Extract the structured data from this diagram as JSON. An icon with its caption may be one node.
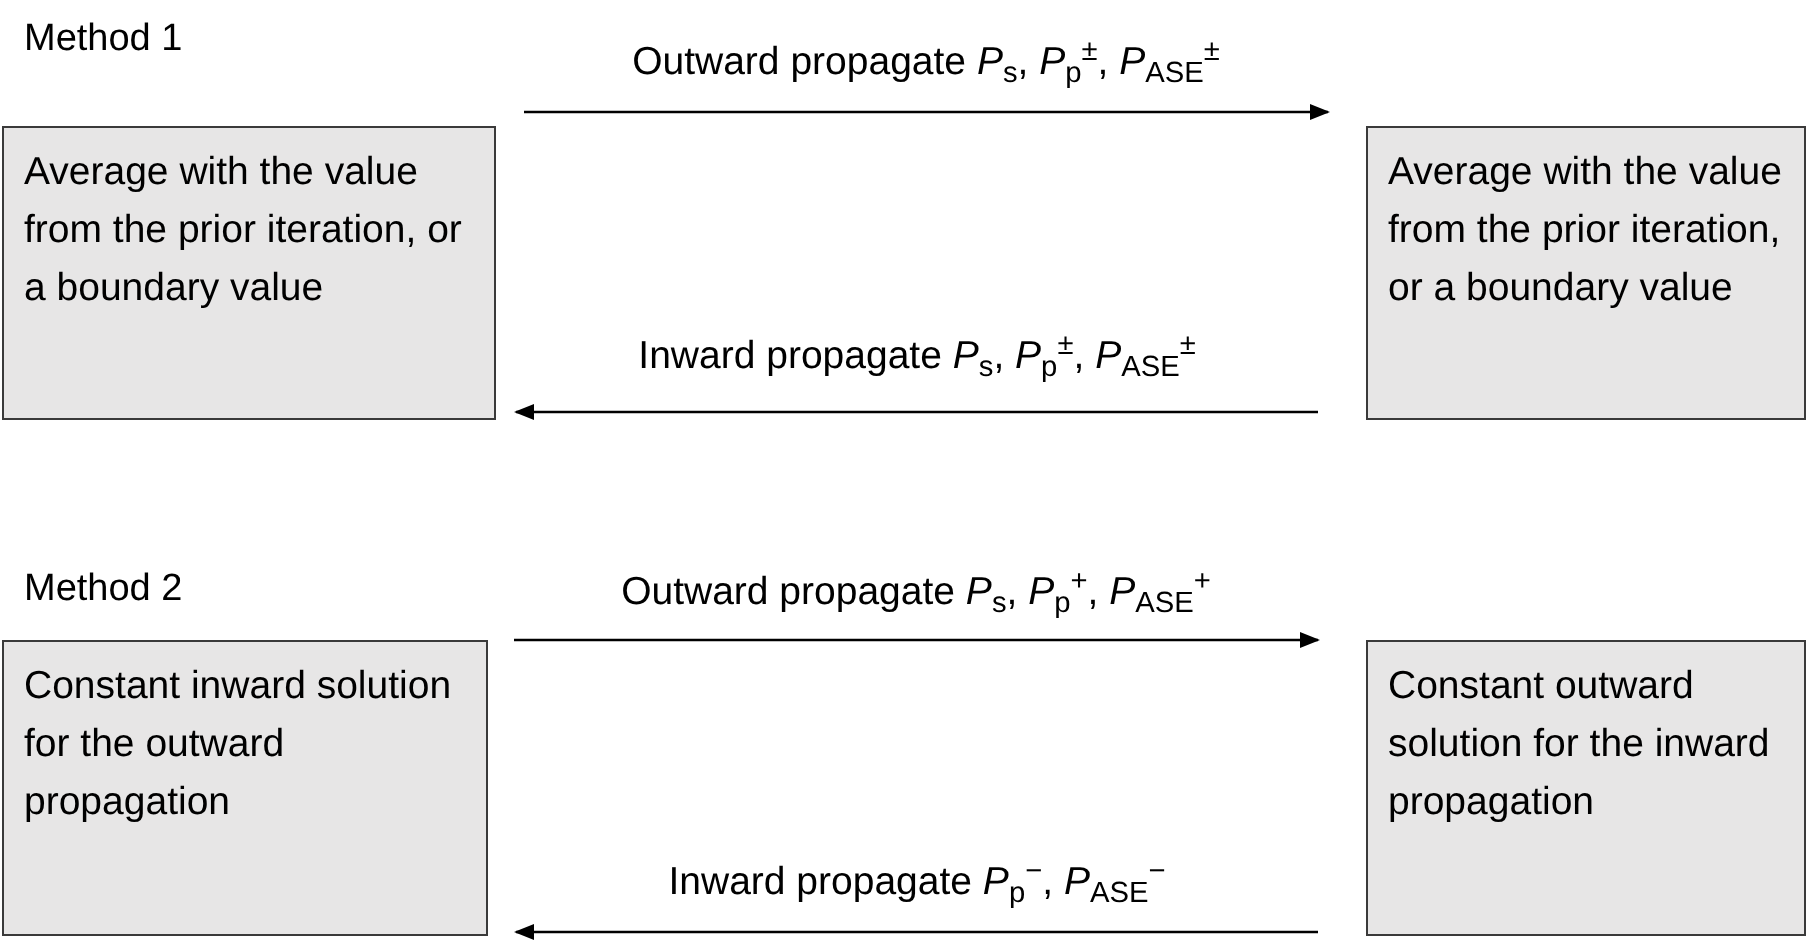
{
  "diagram": {
    "nodes": [
      {
        "text": [
          "Average with the value from the prior iteration, or a boundary value"
        ]
      },
      {
        "text": [
          "Average with the value from the prior iteration, or a boundary value"
        ]
      },
      {
        "text": [
          "Constant inward solution for the outward propagation"
        ]
      },
      {
        "text": [
          "Constant outward solution for the inward propagation"
        ]
      }
    ],
    "edges": [
      {
        "from": 0,
        "to": 1,
        "arrow": "to",
        "label": "Outward propagate *P*$_{s}$, *P*$_{p}$$^{±}$, *P*$_{ASE}$$^{±}$"
      },
      {
        "from": 1,
        "to": 0,
        "arrow": "to",
        "label": "Inward propagate *P*$_{s}$, *P*$_{p}$$^{±}$, *P*$_{ASE}$$^{±}$"
      },
      {
        "from": 2,
        "to": 3,
        "arrow": "to",
        "label": "Outward propagate *P*$_{s}$, *P*$_{p}$$^{+}$, *P*$_{ASE}$$^{+}$"
      },
      {
        "from": 3,
        "to": 2,
        "arrow": "to",
        "label": "Inward propagate *P*$_{p}$$^{−}$, *P*$_{ASE}$$^{−}$"
      }
    ],
    "labels": [
      "Method 1",
      "Method 2"
    ]
  }
}
